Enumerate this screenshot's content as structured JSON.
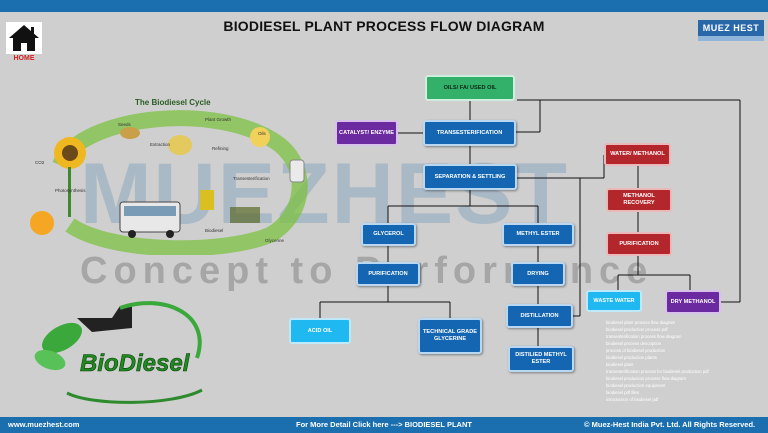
{
  "title": "BIODIESEL PLANT PROCESS FLOW DIAGRAM",
  "home_label": "HOME",
  "logo": "MUEZ HEST",
  "watermark": {
    "main": "MUEZHEST",
    "sub": "Concept to Performance"
  },
  "cycle": {
    "title": "The Biodiesel Cycle",
    "labels": [
      "Plant Growth",
      "Seeds",
      "Extraction",
      "Oils",
      "Refining",
      "Transesterification",
      "Biodiesel",
      "Photosynthesis",
      "CO2",
      "Glycerine"
    ]
  },
  "biodiesel_logo": "BioDiesel",
  "nodes": {
    "oils": "OILS/ FA/ USED OIL",
    "catalyst": "CATALYST/ ENZYME",
    "trans": "TRANSESTERIFICATION",
    "separation": "SEPARATION & SETTLING",
    "water_methanol": "WATER/ METHANOL",
    "methanol_recovery": "METHANOL RECOVERY",
    "purification_right": "PURIFICATION",
    "glycerol": "GLYCEROL",
    "methyl_ester": "METHYL ESTER",
    "purification": "PURIFICATION",
    "drying": "DRYING",
    "acid_oil": "ACID OIL",
    "tech_glycerine": "TECHNICAL GRADE GLYCERINE",
    "distillation": "DISTILLATION",
    "distilled": "DISTILIED METHYL ESTER",
    "waste_water": "WASTE WATER",
    "dry_methanol": "DRY METHANOL"
  },
  "keywords": [
    "biodiesel plant process flow diagram",
    "biodiesel production process pdf",
    "transesterification process flow diagram",
    "biodiesel process description",
    "process of biodiesel production",
    "biodiesel production plants",
    "biodiesel plant",
    "transesterification process for biodiesel production pdf",
    "biodiesel production process flow diagram",
    "biodiesel production equipment",
    "biodiesel pdf files",
    "introduction of biodiesel pdf"
  ],
  "footer": {
    "website": "www.muezhest.com",
    "link": "For More Detail Click here ---> BIODIESEL PLANT",
    "copyright": "© Muez-Hest India Pvt. Ltd. All Rights Reserved."
  },
  "colors": {
    "bar": "#1b6fae",
    "process_blue": "#1466b3",
    "input_green": "#33b06a",
    "recovery_red": "#b3262b",
    "output_cyan": "#1fb8f0",
    "output_purple": "#6b2aa0"
  }
}
